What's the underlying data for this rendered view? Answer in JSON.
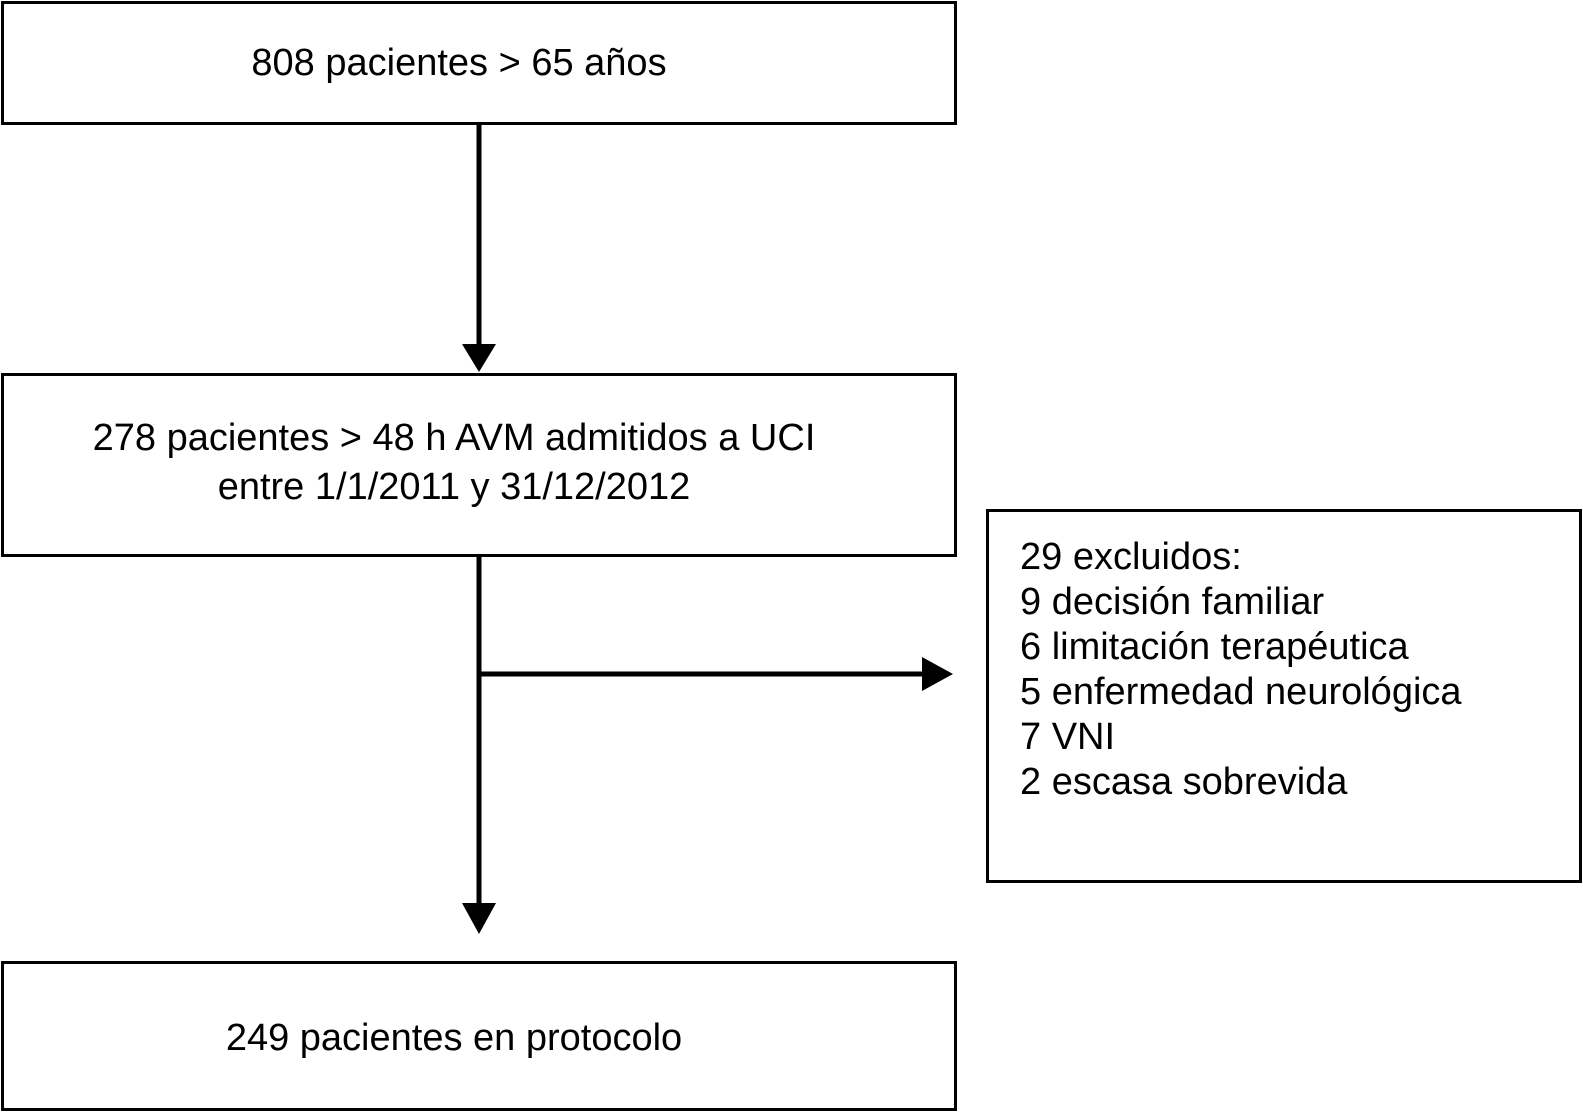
{
  "flowchart": {
    "total_box": {
      "text": "808 pacientes > 65 años"
    },
    "eligible_box": {
      "line1": "278 pacientes > 48 h AVM admitidos a UCI",
      "line2": "entre 1/1/2011 y 31/12/2012"
    },
    "excluded_box": {
      "lines": [
        "29 excluidos:",
        "9 decisión familiar",
        "6 limitación terapéutica",
        "5 enfermedad neurológica",
        "7 VNI",
        "2 escasa sobrevida"
      ]
    },
    "final_box": {
      "text": "249 pacientes en protocolo"
    }
  },
  "colors": {
    "stroke": "#000000",
    "background": "#ffffff"
  }
}
